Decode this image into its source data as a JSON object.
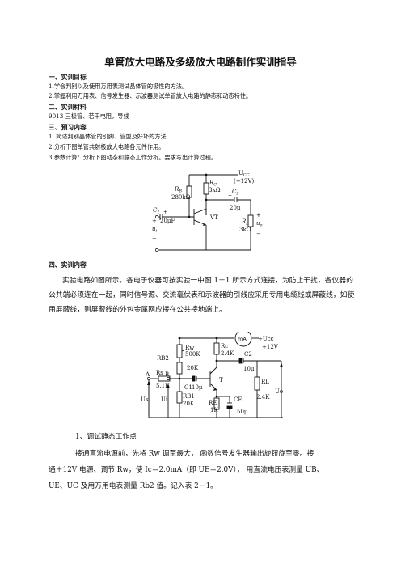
{
  "title": "单管放大电路及多级放大电路制作实训指导",
  "sections": {
    "s1_heading": "一、实训目标",
    "s1_lines": [
      "1.学会判别以及使用万用表测试晶体管的极性的方法。",
      "2.掌握利用万用表、信号发生器、示波器测试单管放大电路的静态和动态特性。"
    ],
    "s2_heading": "二、实训材料",
    "s2_lines": [
      "9013 三极管、若干电阻，导线"
    ],
    "s3_heading": "三、预习内容",
    "s3_lines": [
      "1. 简述判别晶体管的引脚、管型及好坏的方法",
      "2.分析下图单管共射极放大电路各元件作用。",
      "3.参数计算：分析下图动态和静态工作分析。要求写出计算过程。"
    ],
    "s4_heading": "四、实训内容",
    "s4_paragraph": "实验电路如图所示。各电子仪器可按实验一中图 1－1 所示方式连接，为防止干扰，各仪器的公共端必须连在一起，同时信号源、交流毫伏表和示波器的引线应采用专用电缆线或屏蔽线，如使用屏蔽线，则屏蔽线的外包金属网应接在公共接地端上。",
    "sub1_heading": "1、调试静态工作点",
    "sub1_line1": "接通直流电源前，先将 Rw 调至最大，  函数信号发生器输出旋钮旋至零。接",
    "sub1_line2": "通＋12V 电源、调节 Rw，使 Ic＝2.0mA（即 UE＝2.0V），  用直流电压表测量 UB、",
    "sub1_line3": "UE、UC 及用万用电表测量 Rb2 值。记入表 2－1。"
  },
  "circuit1": {
    "ucc": "U",
    "ucc_sub": "CC",
    "ucc_value": "(+12V)",
    "rb": "R",
    "rb_sub": "B",
    "rb_value": "280kΩ",
    "rc": "R",
    "rc_sub": "C",
    "rc_value": "3kΩ",
    "c1": "C",
    "c1_sub": "1",
    "c1_value": "20μF",
    "c2": "C",
    "c2_sub": "2",
    "c2_value": "20μ",
    "vt": "VT",
    "rl": "R",
    "rl_sub": "L",
    "rl_value": "3kΩ",
    "ui": "u",
    "ui_sub": "i",
    "uo": "u",
    "uo_sub": "o",
    "plus": "+",
    "minus": "−"
  },
  "circuit2": {
    "ucc": "+Uᴄᴄ",
    "ucc_value": "+12V",
    "ma": "mA",
    "rw": "Rw",
    "rw_value": "500K",
    "rb2": "RB2",
    "r20k_top": "20K",
    "rc": "Rc",
    "rc_value": "2.4K",
    "c2": "C2",
    "c2_value": "10μ",
    "a": "A",
    "b": "B",
    "rs": "Rs",
    "rs_value": "5.1K",
    "c1": "C1",
    "c1_value": "10μ",
    "t": "T",
    "rb1": "RB1",
    "rb1_value": "20K",
    "re": "RE",
    "re_value": "1K",
    "ce": "CE",
    "ce_value": "50μ",
    "rl": "RL",
    "rl_value": "2.4K",
    "us": "Us",
    "ui": "Ui",
    "uo": "Uo"
  }
}
